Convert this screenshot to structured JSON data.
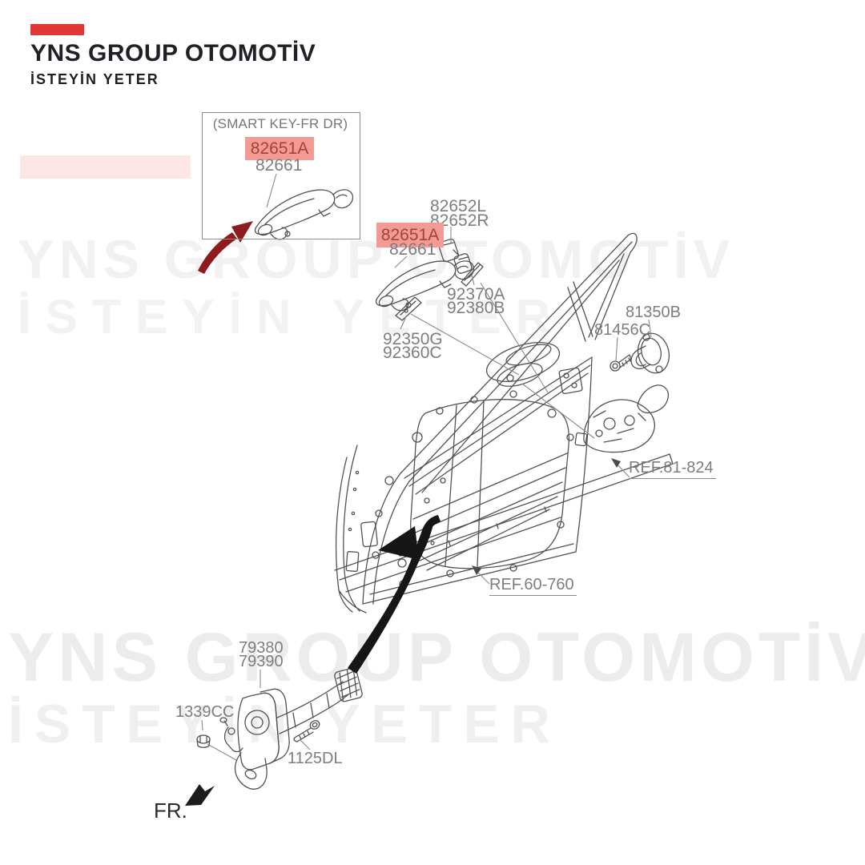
{
  "brand": {
    "title": "YNS GROUP OTOMOTİV",
    "tagline": "İSTEYİN YETER"
  },
  "watermark": {
    "title": "YNS GROUP OTOMOTİV",
    "tagline": "İSTEYİN YETER"
  },
  "inset": {
    "title": "(SMART KEY-FR DR)",
    "part_main": "82651A",
    "part_sub": "82661"
  },
  "parts": {
    "handle_cover_l": "82652L",
    "handle_cover_r": "82652R",
    "handle_main": "82651A",
    "handle_sub": "82661",
    "pad_a": "92370A",
    "pad_b": "92380B",
    "seal_g": "92350G",
    "seal_c": "92360C",
    "striker": "81350B",
    "striker_bolt": "81456C",
    "checker_a": "79380",
    "checker_b": "79390",
    "nut": "1339CC",
    "bolt": "1125DL"
  },
  "refs": {
    "latch": "REF.81-824",
    "door": "REF.60-760"
  },
  "front_marker": "FR.",
  "colors": {
    "accent_red": "#e13737",
    "highlight_bg": "#f49a94",
    "highlight_text": "#a3423b",
    "label_gray": "#7d7d7d",
    "line_gray": "#525252",
    "arrow_red": "#8e1c1c",
    "ink": "#1c1c1c",
    "watermark_gray": "#efefef"
  }
}
